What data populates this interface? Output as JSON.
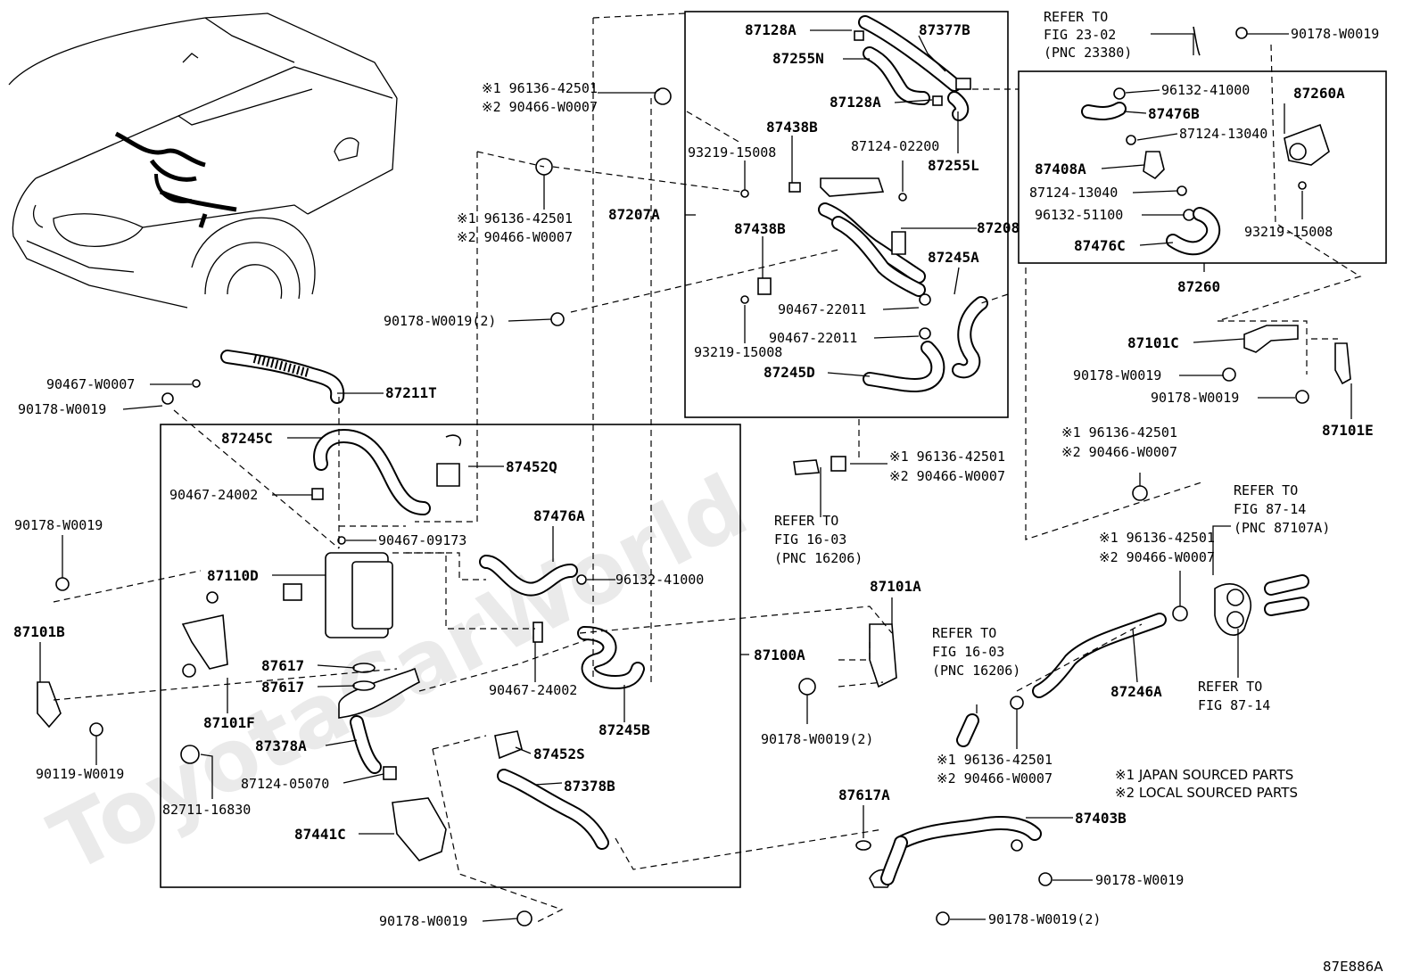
{
  "diagram": {
    "watermark": "ToyotaCarWorld",
    "figure_code": "87E886A",
    "notes": {
      "n1": "※1 JAPAN SOURCED PARTS",
      "n2": "※2 LOCAL SOURCED PARTS"
    },
    "boxes": {
      "assembly_87260": "87260",
      "assembly_87100A": "87100A"
    },
    "labels": {
      "p87128A_1": "87128A",
      "p87377B": "87377B",
      "p87255N": "87255N",
      "p87128A_2": "87128A",
      "p87438B_1": "87438B",
      "p93219_1": "93219-15008",
      "p87124_02200": "87124-02200",
      "p87255L": "87255L",
      "p87207A": "87207A",
      "p87438B_2": "87438B",
      "p87208": "87208",
      "p87245A": "87245A",
      "p90467_22011_1": "90467-22011",
      "p90467_22011_2": "90467-22011",
      "p93219_2": "93219-15008",
      "p87245D": "87245D",
      "ref_23_1": "REFER TO",
      "ref_23_2": "FIG 23-02",
      "ref_23_3": "(PNC 23380)",
      "p90178_top_right": "90178-W0019",
      "p96132_41000_a": "96132-41000",
      "p87260A": "87260A",
      "p87476B": "87476B",
      "p87124_13040_a": "87124-13040",
      "p87408A": "87408A",
      "p87124_13040_b": "87124-13040",
      "p96132_51100": "96132-51100",
      "p87476C": "87476C",
      "p93219_3": "93219-15008",
      "p87101C": "87101C",
      "p90178_c1": "90178-W0019",
      "p90178_c2": "90178-W0019",
      "p87101E": "87101E",
      "s1_a": "※1 96136-42501",
      "s2_a": "※2 90466-W0007",
      "s1_b": "※1 96136-42501",
      "s2_b": "※2 90466-W0007",
      "p90178_2_mid": "90178-W0019(2)",
      "p90467_W0007": "90467-W0007",
      "p90178_left": "90178-W0019",
      "p87211T": "87211T",
      "p87245C": "87245C",
      "p87452Q": "87452Q",
      "p90467_24002_a": "90467-24002",
      "p90467_09173": "90467-09173",
      "p87476A": "87476A",
      "p96132_41000_b": "96132-41000",
      "p87110D": "87110D",
      "p90178_far_left": "90178-W0019",
      "p87101B": "87101B",
      "p87617_1": "87617",
      "p87617_2": "87617",
      "p87101F": "87101F",
      "p90467_24002_b": "90467-24002",
      "p87245B": "87245B",
      "p90119": "90119-W0019",
      "p87378A": "87378A",
      "p87452S": "87452S",
      "p87124_05070": "87124-05070",
      "p87378B": "87378B",
      "p82711": "82711-16830",
      "p87441C": "87441C",
      "p90178_bottom": "90178-W0019",
      "s1_c": "※1 96136-42501",
      "s2_c": "※2 90466-W0007",
      "ref_16a_1": "REFER TO",
      "ref_16a_2": "FIG 16-03",
      "ref_16a_3": "(PNC 16206)",
      "p87101A": "87101A",
      "p90178_2_center": "90178-W0019(2)",
      "s1_d": "※1 96136-42501",
      "s2_d": "※2 90466-W0007",
      "ref_8714a_1": "REFER TO",
      "ref_8714a_2": "FIG 87-14",
      "ref_8714a_3": "(PNC 87107A)",
      "s1_e": "※1 96136-42501",
      "s2_e": "※2 90466-W0007",
      "ref_16b_1": "REFER TO",
      "ref_16b_2": "FIG 16-03",
      "ref_16b_3": "(PNC 16206)",
      "p87246A": "87246A",
      "ref_8714b_1": "REFER TO",
      "ref_8714b_2": "FIG 87-14",
      "s1_f": "※1 96136-42501",
      "s2_f": "※2 90466-W0007",
      "p87617A": "87617A",
      "p87403B": "87403B",
      "p90178_br1": "90178-W0019",
      "p90178_br2": "90178-W0019(2)"
    }
  }
}
